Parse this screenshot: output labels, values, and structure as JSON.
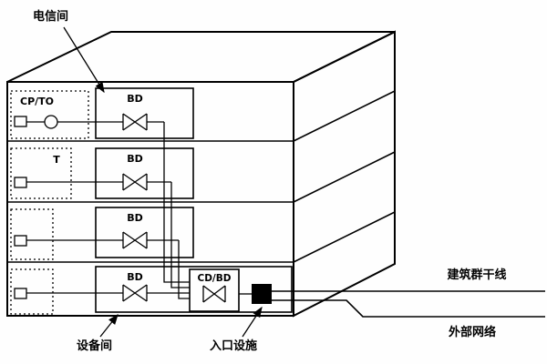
{
  "labels": {
    "telecom_room": "电信间",
    "equipment_room": "设备间",
    "entrance_facility": "入口设施",
    "campus_backbone": "建筑群干线",
    "external_network": "外部网络"
  },
  "floors": [
    {
      "outlet": "CP/TO",
      "bd": "BD"
    },
    {
      "outlet": "T",
      "bd": "BD"
    },
    {
      "bd": "BD"
    },
    {
      "bd": "BD",
      "cd": "CD/BD"
    }
  ],
  "colors": {
    "line": "#000000",
    "background": "#ffffff",
    "entrance_block": "#000000"
  }
}
